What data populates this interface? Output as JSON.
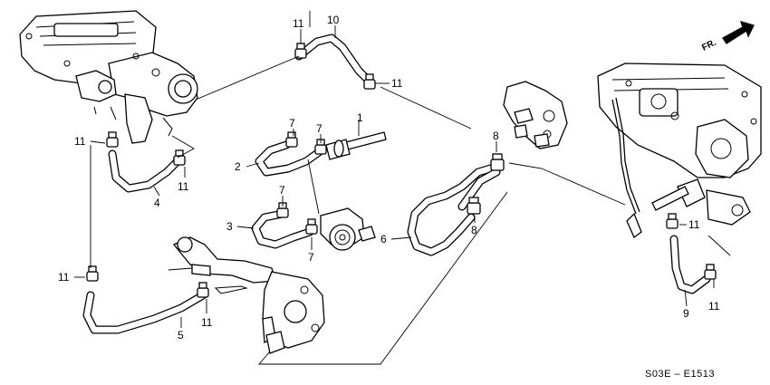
{
  "diagram": {
    "direction_label": "FR.",
    "diagram_code": "S03E – E1513",
    "callouts": [
      "1",
      "2",
      "3",
      "4",
      "5",
      "6",
      "7",
      "7",
      "7",
      "7",
      "8",
      "8",
      "9",
      "10",
      "11",
      "11",
      "11",
      "11",
      "11",
      "11",
      "11"
    ]
  }
}
